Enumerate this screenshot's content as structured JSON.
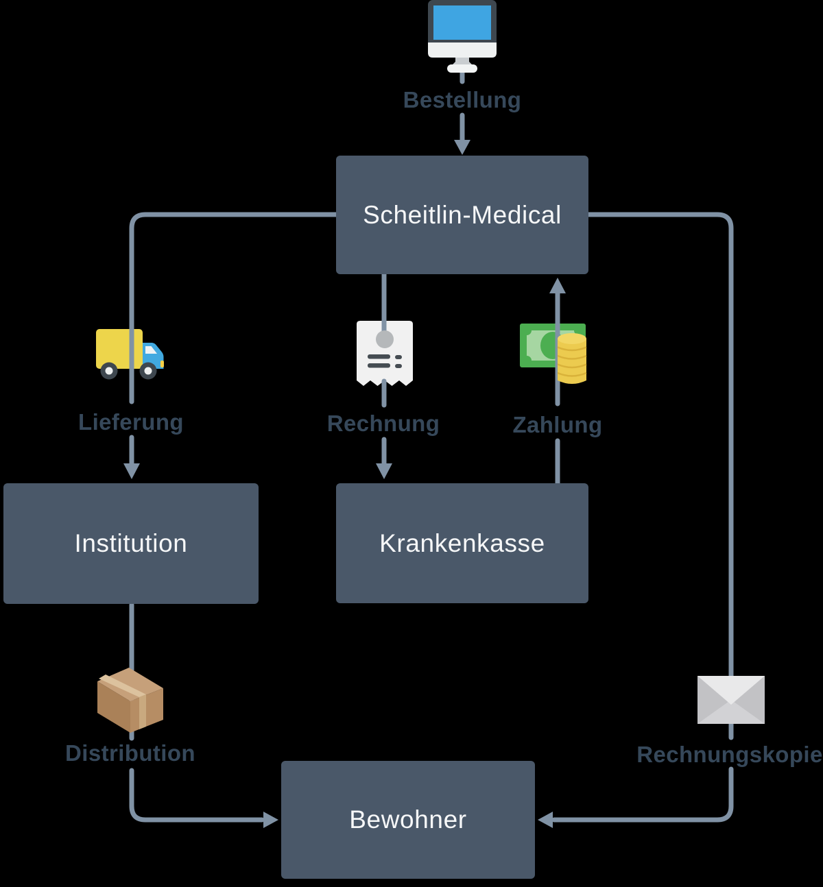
{
  "diagram": {
    "nodes": [
      {
        "id": "scheitlin-medical",
        "label": "Scheitlin-Medical"
      },
      {
        "id": "institution",
        "label": "Institution"
      },
      {
        "id": "krankenkasse",
        "label": "Krankenkasse"
      },
      {
        "id": "bewohner",
        "label": "Bewohner"
      }
    ],
    "edges": [
      {
        "id": "bestellung",
        "label": "Bestellung",
        "icon": "computer-icon",
        "from": "computer",
        "to": "scheitlin-medical",
        "direction": "down"
      },
      {
        "id": "lieferung",
        "label": "Lieferung",
        "icon": "truck-icon",
        "from": "scheitlin-medical",
        "to": "institution",
        "direction": "down"
      },
      {
        "id": "rechnung",
        "label": "Rechnung",
        "icon": "receipt-icon",
        "from": "scheitlin-medical",
        "to": "krankenkasse",
        "direction": "down"
      },
      {
        "id": "zahlung",
        "label": "Zahlung",
        "icon": "money-icon",
        "from": "krankenkasse",
        "to": "scheitlin-medical",
        "direction": "up"
      },
      {
        "id": "distribution",
        "label": "Distribution",
        "icon": "package-icon",
        "from": "institution",
        "to": "bewohner",
        "direction": "right"
      },
      {
        "id": "rechnungskopie",
        "label": "Rechnungskopie",
        "icon": "envelope-icon",
        "from": "scheitlin-medical",
        "to": "bewohner",
        "direction": "left"
      }
    ],
    "colors": {
      "background": "#000000",
      "node_fill": "#4a5869",
      "node_text": "#f6f7f8",
      "edge_label_text": "#36485a",
      "connector": "#8092a5",
      "computer_screen_blue": "#3fa5e2",
      "truck_yellow": "#edd54b",
      "truck_cab_blue": "#41a9e0",
      "money_green": "#4cae51",
      "coin_gold": "#eccb4f",
      "package_brown": "#b68d64",
      "envelope_gray": "#d2d2d5"
    }
  }
}
